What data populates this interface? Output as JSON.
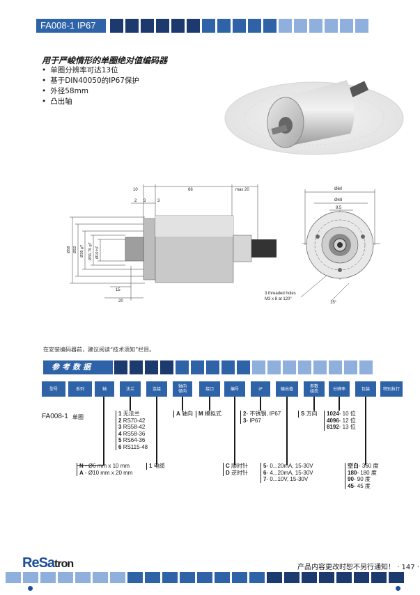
{
  "header": {
    "title": "FA008-1 IP67"
  },
  "intro": {
    "headline": "用于严峻情形的单圈绝对值编码器",
    "bullets": [
      "单圈分辨率可达13位",
      "基于DIN40050的IP67保护",
      "外径58mm",
      "凸出轴"
    ]
  },
  "drawing": {
    "side": {
      "dim_10": "10",
      "dim_68": "68",
      "dim_max20": "max 20",
      "dim_2": "2",
      "dim_3a": "3",
      "dim_3b": "3",
      "dia_58": "Ø58",
      "dia_52": "Ø52",
      "dia_36": "Ø36 g7",
      "dia_3175": "Ø31.75 g7",
      "dia_10": "Ø10 h7",
      "dim_15": "15",
      "dim_20": "20"
    },
    "front": {
      "dia_60": "Ø60",
      "dia_48": "Ø48",
      "dim_95": "9.5",
      "holes_line1": "3 threaded holes",
      "holes_line2": "M3 x 8 at 120°",
      "angle": "15°"
    }
  },
  "note": "在安装编码器前，建议阅读“技术须知”栏目。",
  "reference": {
    "title": "参考数据",
    "headers": [
      "型号",
      "系列",
      "轴",
      "法兰",
      "连接",
      "轴向\n径向",
      "接口",
      "编号",
      "IP",
      "输出值",
      "参数\n组态",
      "分辨率",
      "包装",
      "特别执行"
    ],
    "model": "FA008-1",
    "series": "单圈",
    "flanges": [
      {
        "code": "1",
        "text": "无法兰"
      },
      {
        "code": "2",
        "text": "RS70-42"
      },
      {
        "code": "3",
        "text": "RS58-42"
      },
      {
        "code": "4",
        "text": "RS58-36"
      },
      {
        "code": "5",
        "text": "RS64-36"
      },
      {
        "code": "6",
        "text": "RS115-48"
      }
    ],
    "shafts": [
      {
        "code": "N",
        "text": "- Ø6 mm x 10 mm"
      },
      {
        "code": "A",
        "text": "- Ø10 mm x 20 mm"
      }
    ],
    "connection": {
      "code": "1",
      "text": "电缆"
    },
    "axial": {
      "code": "A",
      "text": "轴向"
    },
    "interface": {
      "code": "M",
      "text": "模拟式"
    },
    "direction": [
      {
        "code": "C",
        "text": "顺时针"
      },
      {
        "code": "D",
        "text": "逆时针"
      }
    ],
    "ip": [
      {
        "code": "2",
        "text": "- 不锈钢, IP67"
      },
      {
        "code": "3",
        "text": "- IP67"
      }
    ],
    "outputs": [
      {
        "code": "5",
        "text": "- 0...20mA, 15-30V"
      },
      {
        "code": "6",
        "text": "- 4...20mA, 15-30V"
      },
      {
        "code": "7",
        "text": "- 0...10V, 15-30V"
      }
    ],
    "param": {
      "code": "S",
      "text": "方向"
    },
    "resolution": [
      {
        "code": "1024",
        "text": "- 10 位"
      },
      {
        "code": "4096",
        "text": "- 12 位"
      },
      {
        "code": "8192",
        "text": "- 13 位"
      }
    ],
    "packaging": [
      {
        "code": "空白",
        "text": "- 360 度"
      },
      {
        "code": "180",
        "text": "- 180 度"
      },
      {
        "code": "90",
        "text": "- 90 度"
      },
      {
        "code": "45",
        "text": "- 45 度"
      }
    ]
  },
  "footer": {
    "logo_re": "ReSa",
    "logo_tron": "tron",
    "note": "产品内容更改时恕不另行通知！",
    "page": "· 147 ·"
  },
  "colors": {
    "accent": "#2f63a8",
    "dark": "#1c3a6e",
    "light": "#8fb0dc"
  }
}
